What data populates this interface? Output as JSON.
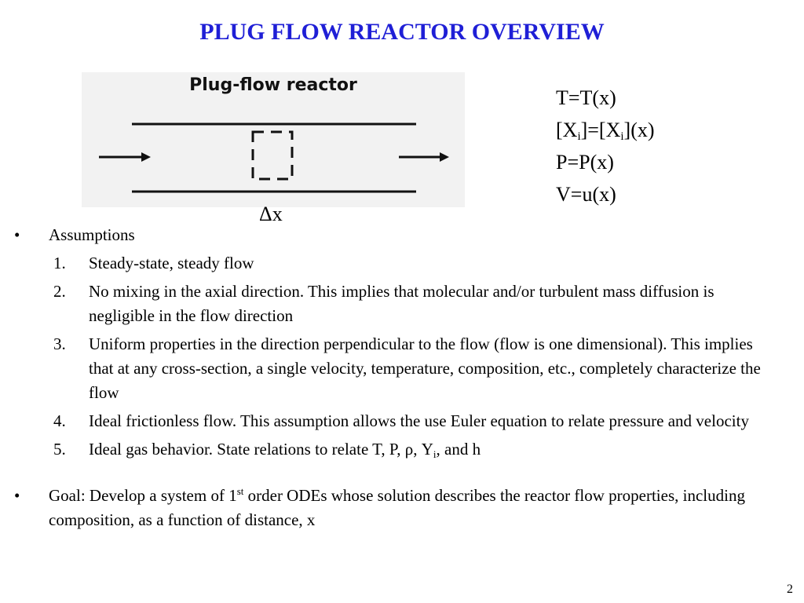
{
  "slide": {
    "title": "PLUG FLOW REACTOR OVERVIEW",
    "page_number": "2"
  },
  "diagram": {
    "label": "Plug-flow reactor",
    "delta_x": "Δx"
  },
  "equations": [
    {
      "pre": "T=T(x)"
    },
    {
      "a": "[X",
      "b": "i",
      "c": "]=[X",
      "d": "i",
      "e": "](x)"
    },
    {
      "pre": "P=P(x)"
    },
    {
      "pre": "V=u(x)"
    }
  ],
  "assumptions": {
    "heading": "Assumptions",
    "items": [
      {
        "num": "1.",
        "text": "Steady-state, steady flow"
      },
      {
        "num": "2.",
        "text": "No mixing in the axial direction.  This implies that molecular and/or turbulent mass diffusion is negligible in the flow direction"
      },
      {
        "num": "3.",
        "text": "Uniform properties in the direction perpendicular to the flow (flow is one dimensional).  This implies that at any cross-section, a single velocity, temperature, composition, etc., completely characterize the flow"
      },
      {
        "num": "4.",
        "text": "Ideal frictionless flow.  This assumption allows the use Euler equation to relate pressure and velocity"
      },
      {
        "num": "5.",
        "text_a": "Ideal gas behavior.  State relations to relate T, P, ρ, Y",
        "text_sub": "i",
        "text_b": ", and h"
      }
    ]
  },
  "goal": {
    "text_a": "Goal: Develop a system of 1",
    "sup": "st",
    "text_b": " order ODEs whose solution describes the reactor flow properties, including composition, as a function of distance, x"
  },
  "colors": {
    "title": "#1f1fd6",
    "diagram_background": "#f2f2f2"
  }
}
